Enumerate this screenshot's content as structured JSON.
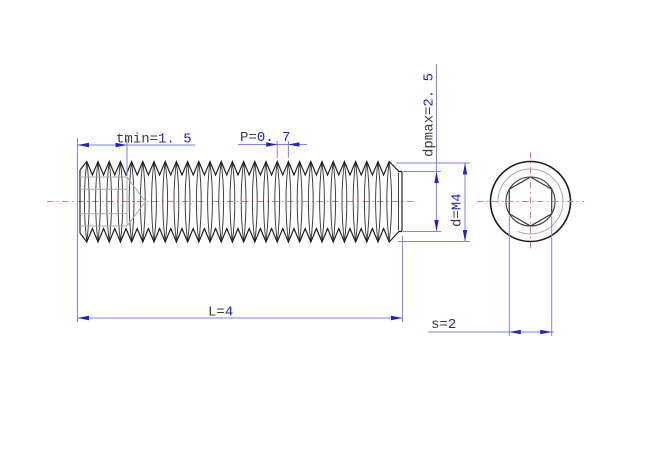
{
  "drawing": {
    "labels": {
      "tmin": {
        "name": "tmin=",
        "value": "1. 5"
      },
      "pitch": {
        "name": "P=",
        "value": "0. 7"
      },
      "dpmax": {
        "name": "dpmax=",
        "value": "2. 5"
      },
      "diameter": {
        "name": "d=",
        "value": "M4"
      },
      "length": {
        "name": "L=",
        "value": "4"
      },
      "socket_width": {
        "name": "s=",
        "value": "2"
      }
    },
    "colors": {
      "dim": "#8282f2",
      "arrow": "#2222cc",
      "value": "#2424cc",
      "name": "#3d3d3d",
      "outline": "#1c1c1c",
      "hidden": "#ababab",
      "centerline": "#fc7272"
    }
  }
}
